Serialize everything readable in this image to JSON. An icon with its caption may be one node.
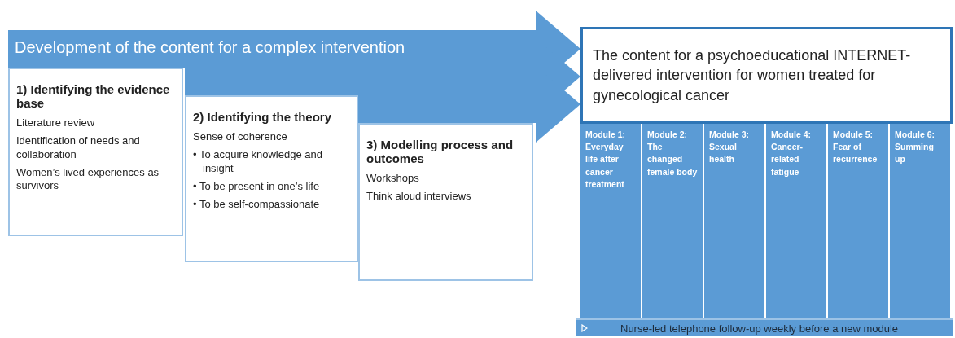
{
  "diagram": {
    "nodes": [
      {
        "text": [
          "1) **Identifying the evidence base**",
          "Literature review",
          "Identification of needs and collaboration",
          "Women’s lived experiences as survivors"
        ]
      },
      {
        "text": [
          "2) Identifying the theory",
          "Sense of coherence",
          "• To acquire knowledge and insight",
          "• To be present in one’s life",
          "• To be self-compassionate"
        ]
      },
      {
        "text": [
          "3) **Modelling process and outcomes**",
          "Workshops",
          "Think aloud interviews"
        ]
      },
      {
        "text": [
          "The content for a psychoeducational INTERNET-delivered intervention for women treated for gynecological cancer"
        ]
      },
      {
        "text": [
          "Module 1: Everyday life after cancer treatment"
        ]
      },
      {
        "text": [
          "Module 2: The changed female body"
        ]
      },
      {
        "text": [
          "Module 3: Sexual health"
        ]
      },
      {
        "text": [
          "Module 4: Cancer-related fatigue"
        ]
      },
      {
        "text": [
          "Module 5: Fear of recurrence"
        ]
      },
      {
        "text": [
          "Module 6: Summing up"
        ]
      },
      {
        "text": [
          "Nurse-led telephone follow-up weekly before a new module"
        ]
      }
    ],
    "edges": [
      {
        "from": 0,
        "to": 3,
        "arrow": "to",
        "label": "Development of the content  for a complex intervention"
      },
      {
        "from": 1,
        "to": 3,
        "arrow": "to"
      },
      {
        "from": 2,
        "to": 3,
        "arrow": "to"
      }
    ]
  }
}
